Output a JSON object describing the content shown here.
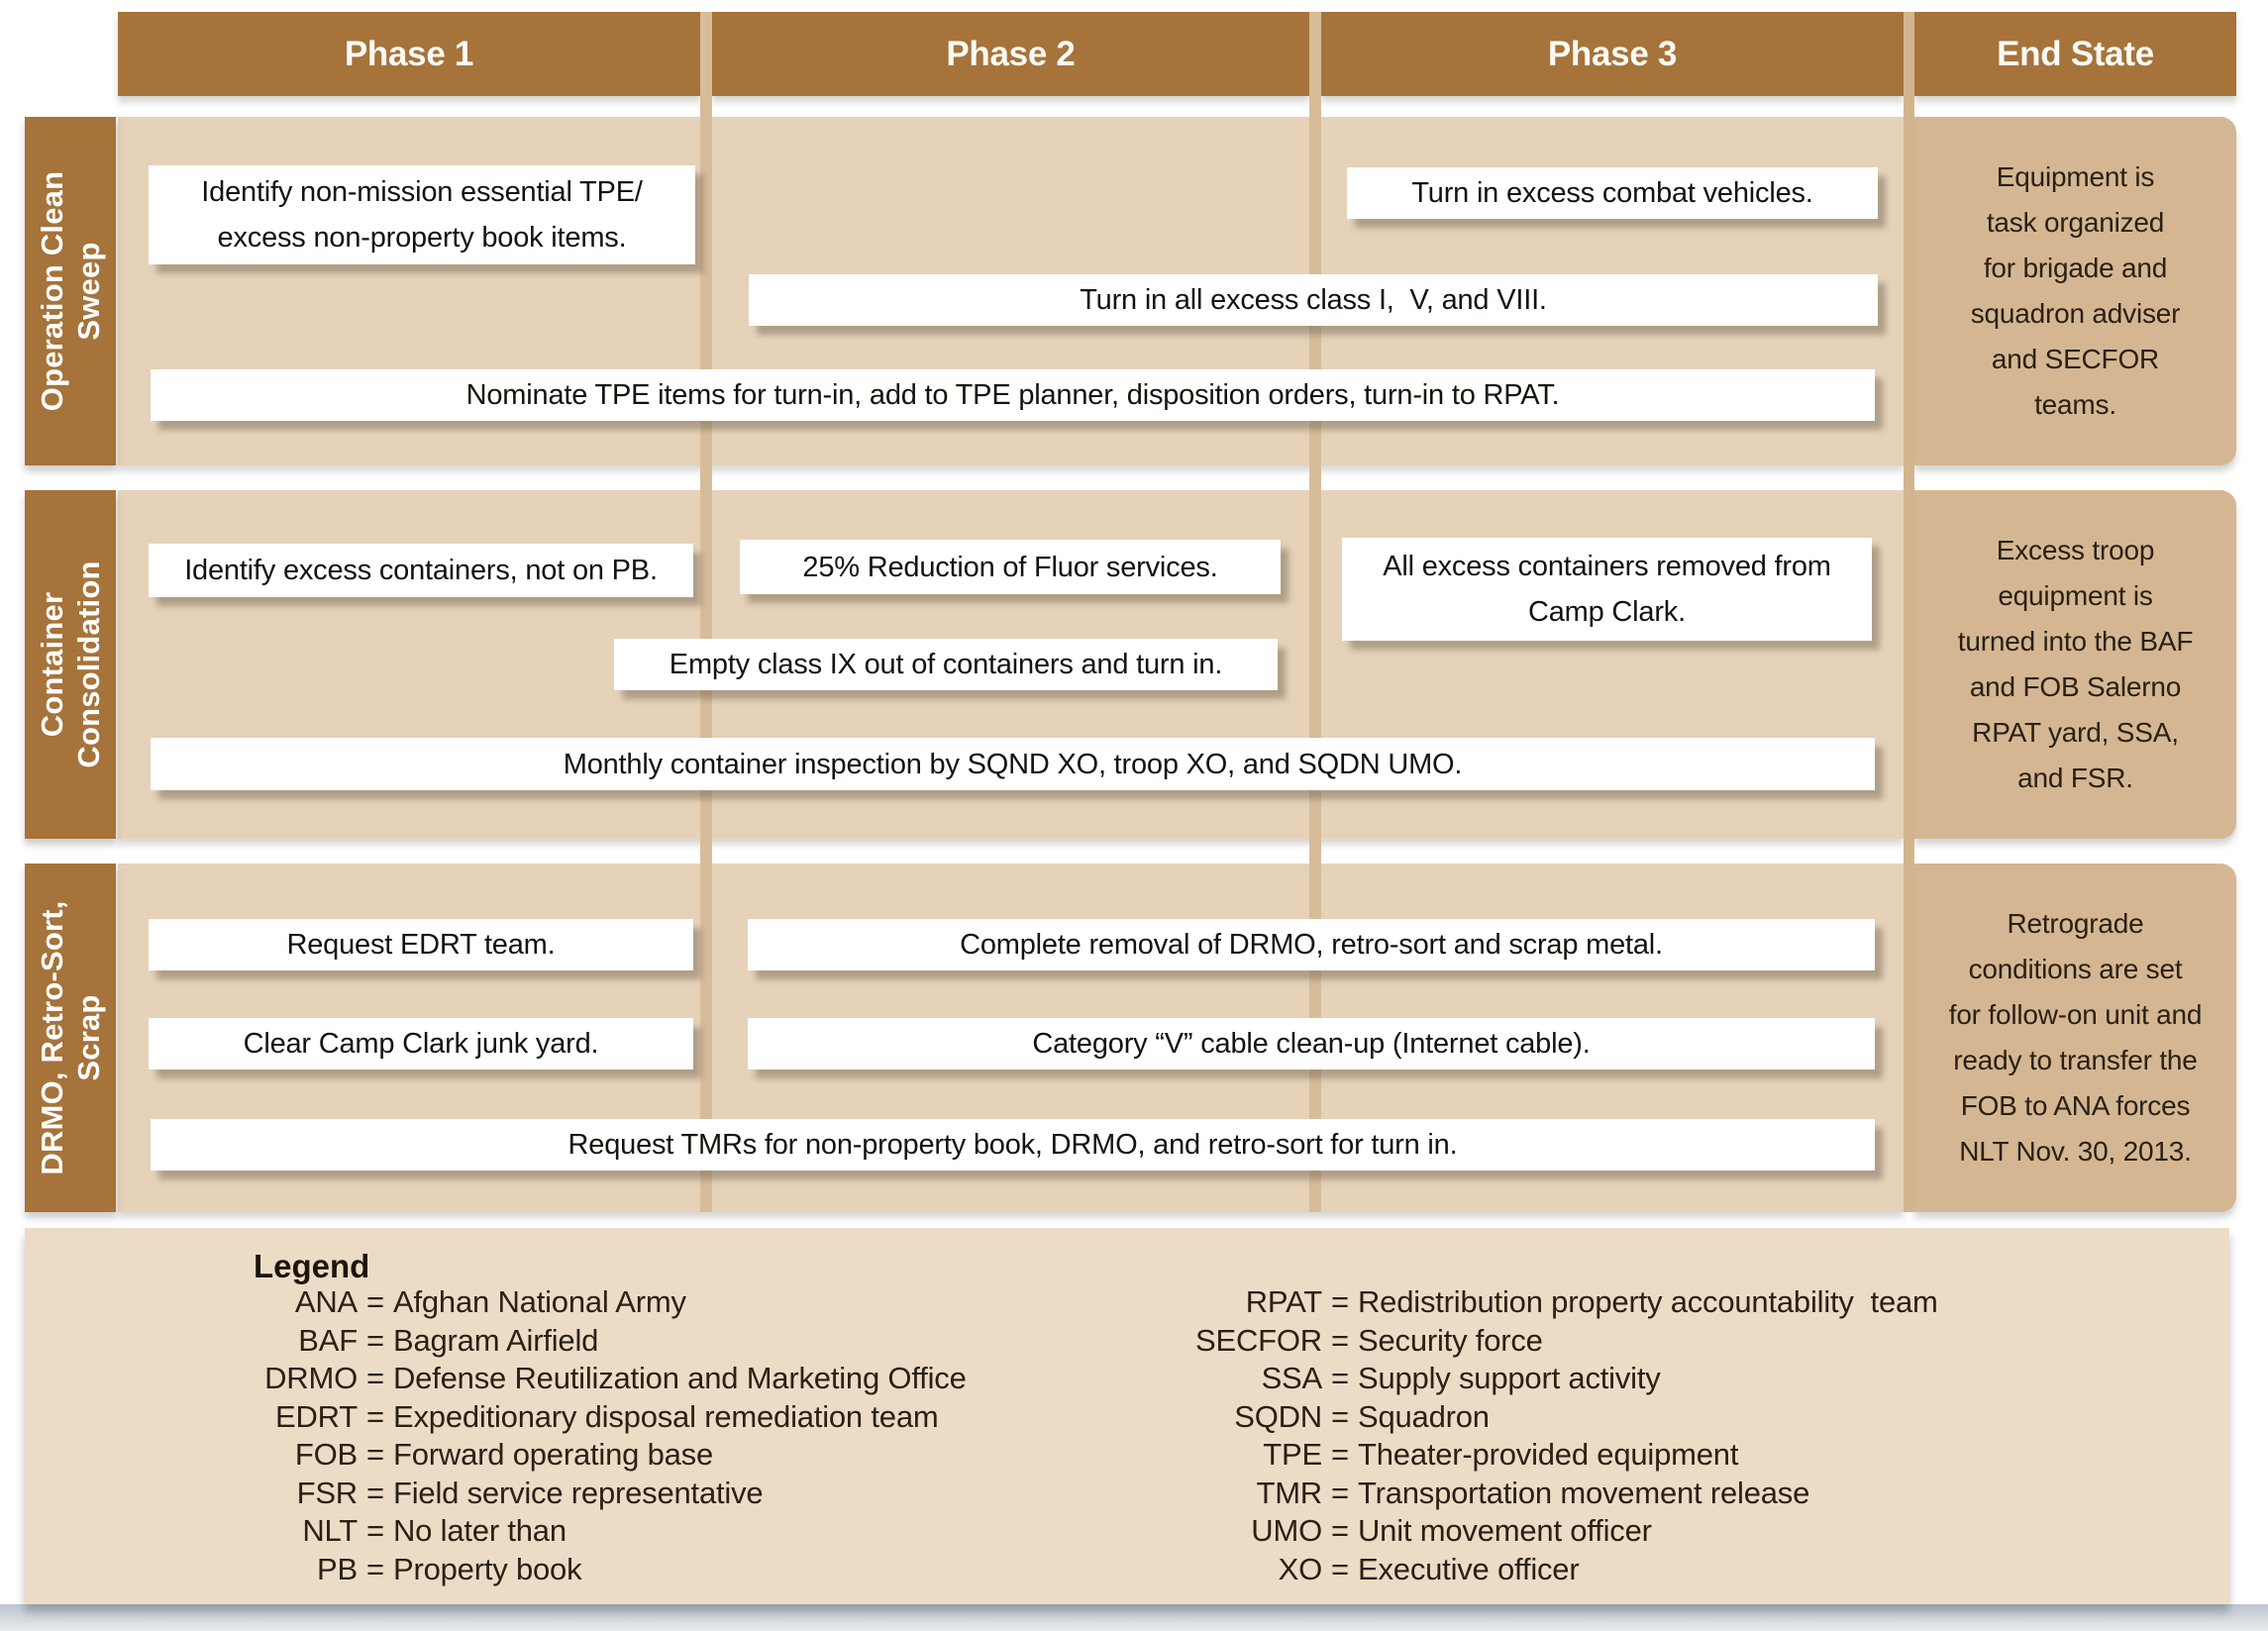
{
  "header": {
    "columns": [
      "Phase 1",
      "Phase 2",
      "Phase 3",
      "End State"
    ]
  },
  "rows": [
    {
      "label": "Operation Clean\nSweep",
      "tasks": {
        "a": "Identify non-mission essential TPE/\nexcess non-property book items.",
        "b": "Turn in excess combat vehicles.",
        "c": "Turn in all excess class I,  V, and VIII.",
        "d": "Nominate TPE items for turn-in, add to TPE planner, disposition orders, turn-in to RPAT."
      },
      "end_state": "Equipment is\ntask organized\nfor brigade and\nsquadron adviser\nand SECFOR\nteams."
    },
    {
      "label": "Container\nConsolidation",
      "tasks": {
        "a": "Identify excess containers, not on PB.",
        "b": "25% Reduction of Fluor services.",
        "c": "All excess containers removed from\nCamp Clark.",
        "d": "Empty class IX out of containers and turn in.",
        "e": "Monthly container inspection by SQND XO, troop XO, and SQDN UMO."
      },
      "end_state": "Excess troop\nequipment is\nturned into the BAF\nand FOB Salerno\nRPAT yard, SSA,\nand FSR."
    },
    {
      "label": "DRMO, Retro-Sort,\nScrap",
      "tasks": {
        "a": "Request EDRT team.",
        "b": "Complete removal of DRMO, retro-sort and scrap metal.",
        "c": "Clear Camp Clark junk yard.",
        "d": "Category “V” cable clean-up (Internet cable).",
        "e": "Request TMRs for non-property book, DRMO, and retro-sort for turn in."
      },
      "end_state": "Retrograde\nconditions are set\nfor follow-on unit and\nready to transfer the\nFOB to ANA forces\nNLT Nov. 30, 2013."
    }
  ],
  "legend": {
    "title": "Legend",
    "eq": "=",
    "left": [
      {
        "abbr": "ANA",
        "def": "Afghan National Army"
      },
      {
        "abbr": "BAF",
        "def": "Bagram Airfield"
      },
      {
        "abbr": "DRMO",
        "def": "Defense Reutilization and Marketing Office"
      },
      {
        "abbr": "EDRT",
        "def": "Expeditionary disposal remediation team"
      },
      {
        "abbr": "FOB",
        "def": "Forward operating base"
      },
      {
        "abbr": "FSR",
        "def": "Field service representative"
      },
      {
        "abbr": "NLT",
        "def": "No later than"
      },
      {
        "abbr": "PB",
        "def": "Property book"
      }
    ],
    "right": [
      {
        "abbr": "RPAT",
        "def": "Redistribution property accountability  team"
      },
      {
        "abbr": "SECFOR",
        "def": "Security force"
      },
      {
        "abbr": "SSA",
        "def": "Supply support activity"
      },
      {
        "abbr": "SQDN",
        "def": "Squadron"
      },
      {
        "abbr": "TPE",
        "def": "Theater-provided equipment"
      },
      {
        "abbr": "TMR",
        "def": "Transportation movement release"
      },
      {
        "abbr": "UMO",
        "def": "Unit movement officer"
      },
      {
        "abbr": "XO",
        "def": "Executive officer"
      }
    ]
  },
  "colors": {
    "brown": "#a6733a",
    "row_background": "#e5d2b9",
    "end_state_background": "#d4b792",
    "divider": "#d7bc99",
    "legend_background": "#ecdcc6",
    "task_box": "#ffffff",
    "dark_text": "#2a2014"
  }
}
